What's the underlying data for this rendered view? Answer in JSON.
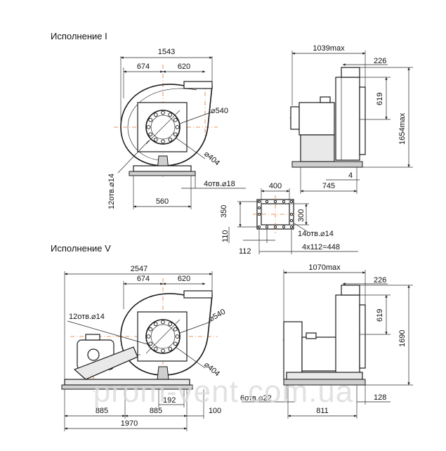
{
  "titles": {
    "variant_1": "Исполнение I",
    "variant_5": "Исполнение V"
  },
  "v1_front": {
    "overall_width": "1543",
    "left_offset": "674",
    "right_offset": "620",
    "inlet_diameter": "⌀540",
    "bolt_circle": "⌀404",
    "holes": "12отв.⌀14",
    "base_width": "560",
    "foot_holes": "4отв.⌀18"
  },
  "v1_side": {
    "depth": "1039max",
    "outlet_offset": "226",
    "outlet_height": "619",
    "height": "1654max",
    "small": "4",
    "base_depth": "745"
  },
  "flange": {
    "width": "400",
    "height": "300",
    "left_h": "350",
    "left_small": "110",
    "bottom_small": "112",
    "pitch": "4x112=448",
    "holes": "14отв.⌀14"
  },
  "v5_front": {
    "overall_width": "2547",
    "left_offset": "674",
    "right_offset": "620",
    "holes": "12отв.⌀14",
    "inlet_diameter": "⌀540",
    "bolt_circle": "⌀404",
    "small": "192",
    "base_1": "885",
    "base_2": "885",
    "base_3": "100",
    "base_total": "1970"
  },
  "v5_side": {
    "depth": "1070max",
    "outlet_offset": "226",
    "outlet_height": "619",
    "height": "1690",
    "foot_holes": "6отв.⌀22",
    "base_depth": "811",
    "small": "128"
  },
  "watermark": "prom-vent.com.ua",
  "colors": {
    "centerline": "#e8772e",
    "line": "#1a1a1a",
    "watermark": "#d9d9d9"
  }
}
